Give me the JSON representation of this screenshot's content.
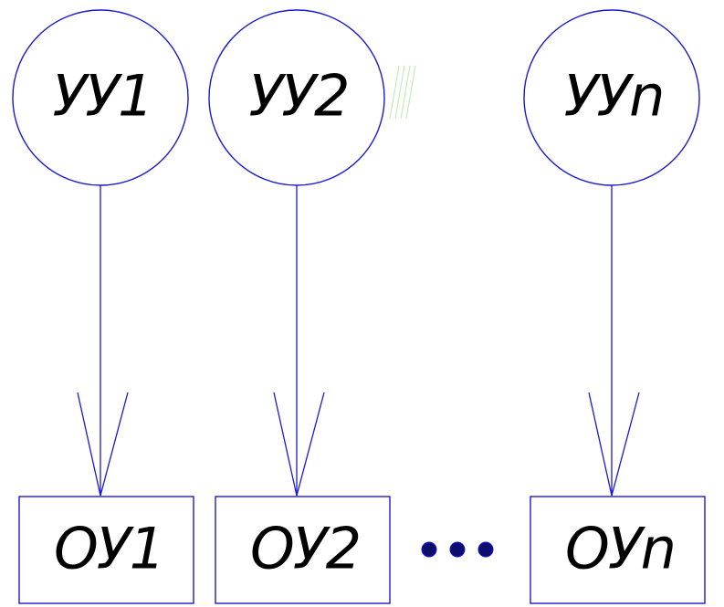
{
  "diagram": {
    "control_units": [
      {
        "label": "УУ1"
      },
      {
        "label": "УУ2"
      },
      {
        "label": "УУn"
      }
    ],
    "operating_units": [
      {
        "label": "ОУ1"
      },
      {
        "label": "ОУ2"
      },
      {
        "label": "ОУn"
      }
    ],
    "edges": [
      {
        "from": "УУ1",
        "to": "ОУ1"
      },
      {
        "from": "УУ2",
        "to": "ОУ2"
      },
      {
        "from": "УУn",
        "to": "ОУn"
      }
    ],
    "ellipsis_dots": 3,
    "colors": {
      "stroke": "#1a1ad0",
      "text": "#000000",
      "dot": "#0d0d6e"
    }
  }
}
